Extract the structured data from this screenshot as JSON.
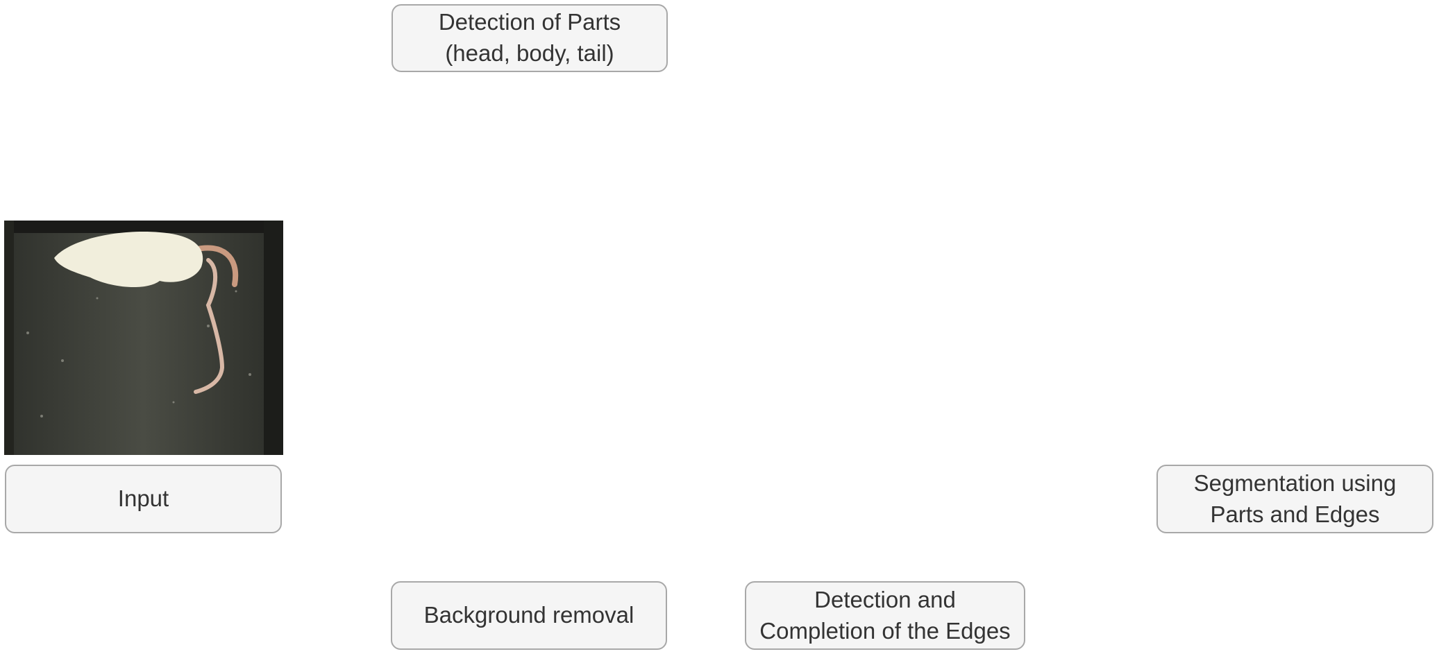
{
  "labels": {
    "input": "Input",
    "parts_line1": "Detection of Parts",
    "parts_line2": "(head, body, tail)",
    "background": "Background removal",
    "edges_line1": "Detection and",
    "edges_line2": "Completion of the Edges",
    "segmentation_line1": "Segmentation using",
    "segmentation_line2": "Parts and Edges"
  },
  "colors": {
    "head": "#ff0000",
    "body": "#0000ff",
    "rat_fur": "#f1eedc",
    "tail": "#d8b8a6",
    "arena_floor": "#3d3f38",
    "seg_gray": "#7a7a7a",
    "seg_white": "#ffffff",
    "arrow": "#000000"
  }
}
